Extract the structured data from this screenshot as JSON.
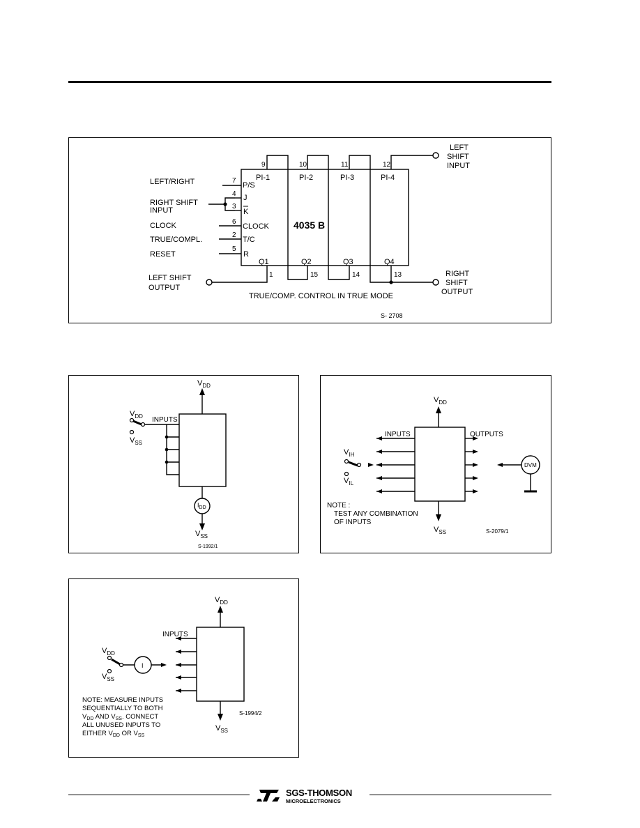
{
  "diagram1": {
    "pins": {
      "pi1_num": "9",
      "pi2_num": "10",
      "pi3_num": "11",
      "pi4_num": "12",
      "ps_num": "7",
      "j_num": "4",
      "k_num": "3",
      "clock_num": "6",
      "tc_num": "2",
      "r_num": "5",
      "q1_num": "1",
      "q2_num": "15",
      "q3_num": "14",
      "q4_num": "13"
    },
    "pin_labels": {
      "pi1": "PI-1",
      "pi2": "PI-2",
      "pi3": "PI-3",
      "pi4": "PI-4",
      "ps": "P/S",
      "j": "J",
      "k": "K",
      "clock": "CLOCK",
      "tc": "T/C",
      "r": "R",
      "q1": "Q1",
      "q2": "Q2",
      "q3": "Q3",
      "q4": "Q4"
    },
    "chip_label": "4035 B",
    "signals": {
      "left_right": "LEFT/RIGHT",
      "right_shift_input_1": "RIGHT SHIFT",
      "right_shift_input_2": "INPUT",
      "clock": "CLOCK",
      "true_comp": "TRUE/COMPL.",
      "reset": "RESET",
      "left_shift_output_1": "LEFT SHIFT",
      "left_shift_output_2": "OUTPUT",
      "left_shift_input_1": "LEFT",
      "left_shift_input_2": "SHIFT",
      "left_shift_input_3": "INPUT",
      "right_shift_output_1": "RIGHT",
      "right_shift_output_2": "SHIFT",
      "right_shift_output_3": "OUTPUT"
    },
    "caption": "TRUE/COMP. CONTROL IN TRUE MODE",
    "ref": "S- 2708"
  },
  "diagram2": {
    "vdd": "V",
    "vdd_sub": "DD",
    "vss": "V",
    "vss_sub": "SS",
    "inputs": "INPUTS",
    "idd": "I",
    "idd_sub": "DD",
    "ref": "S-1992/1"
  },
  "diagram3": {
    "vdd": "V",
    "vdd_sub": "DD",
    "vss": "V",
    "vss_sub": "SS",
    "vih": "V",
    "vih_sub": "IH",
    "vil": "V",
    "vil_sub": "IL",
    "inputs": "INPUTS",
    "outputs": "OUTPUTS",
    "dvm": "DVM",
    "note_1": "NOTE :",
    "note_2": "TEST  ANY COMBINATION",
    "note_3": "OF  INPUTS",
    "ref": "S-2079/1"
  },
  "diagram4": {
    "vdd": "V",
    "vdd_sub": "DD",
    "vss": "V",
    "vss_sub": "SS",
    "inputs": "INPUTS",
    "meter": "I",
    "note_1": "NOTE: MEASURE INPUTS",
    "note_2": "SEQUENTIALLY TO BOTH",
    "note_3a": "V",
    "note_3a_sub": "DD",
    "note_3b": " AND V",
    "note_3b_sub": "SS",
    "note_3c": ". CONNECT",
    "note_4": "ALL UNUSED INPUTS TO",
    "note_5a": "EITHER V",
    "note_5a_sub": "DD",
    "note_5b": " OR V",
    "note_5b_sub": "SS",
    "ref": "S-1994/2"
  },
  "footer": {
    "brand_name": "SGS-THOMSON",
    "brand_sub": "MICROELECTRONICS"
  }
}
